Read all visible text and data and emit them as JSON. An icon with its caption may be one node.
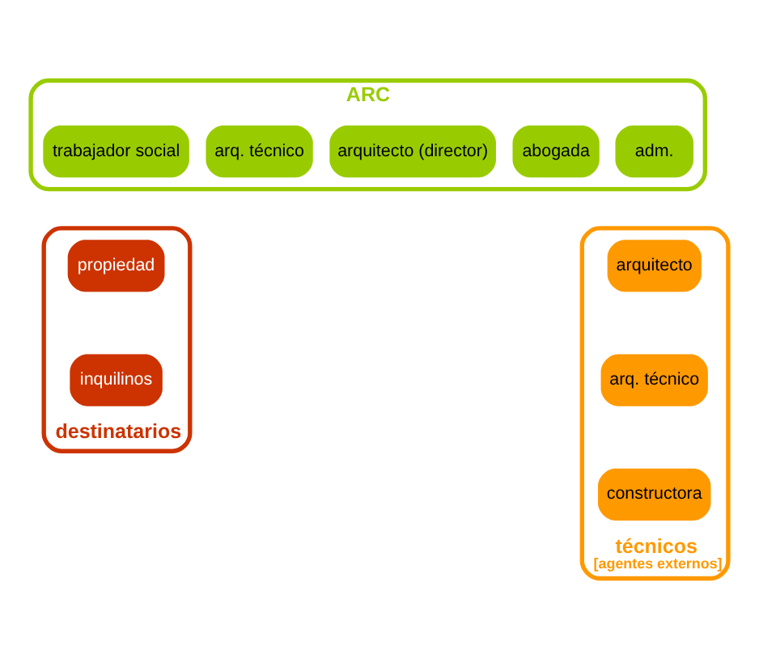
{
  "diagram": {
    "nodes": [
      {
        "text": [
          "ARC"
        ]
      },
      {
        "text": [
          "trabajador social"
        ],
        "in": 0
      },
      {
        "text": [
          "arq. técnico"
        ],
        "in": 0
      },
      {
        "text": [
          "arquitecto (director)"
        ],
        "in": 0
      },
      {
        "text": [
          "abogada"
        ],
        "in": 0
      },
      {
        "text": [
          "adm."
        ],
        "in": 0
      },
      {
        "text": [
          "técnicos",
          "[agentes externos]"
        ]
      },
      {
        "text": [
          "arquitecto"
        ],
        "in": 6
      },
      {
        "text": [
          "arq. técnico"
        ],
        "in": 6
      },
      {
        "text": [
          "constructora"
        ],
        "in": 6
      },
      {
        "text": [
          "destinatarios"
        ]
      },
      {
        "text": [
          "propiedad"
        ],
        "in": 10
      },
      {
        "text": [
          "inquilinos"
        ],
        "in": 10
      }
    ]
  }
}
